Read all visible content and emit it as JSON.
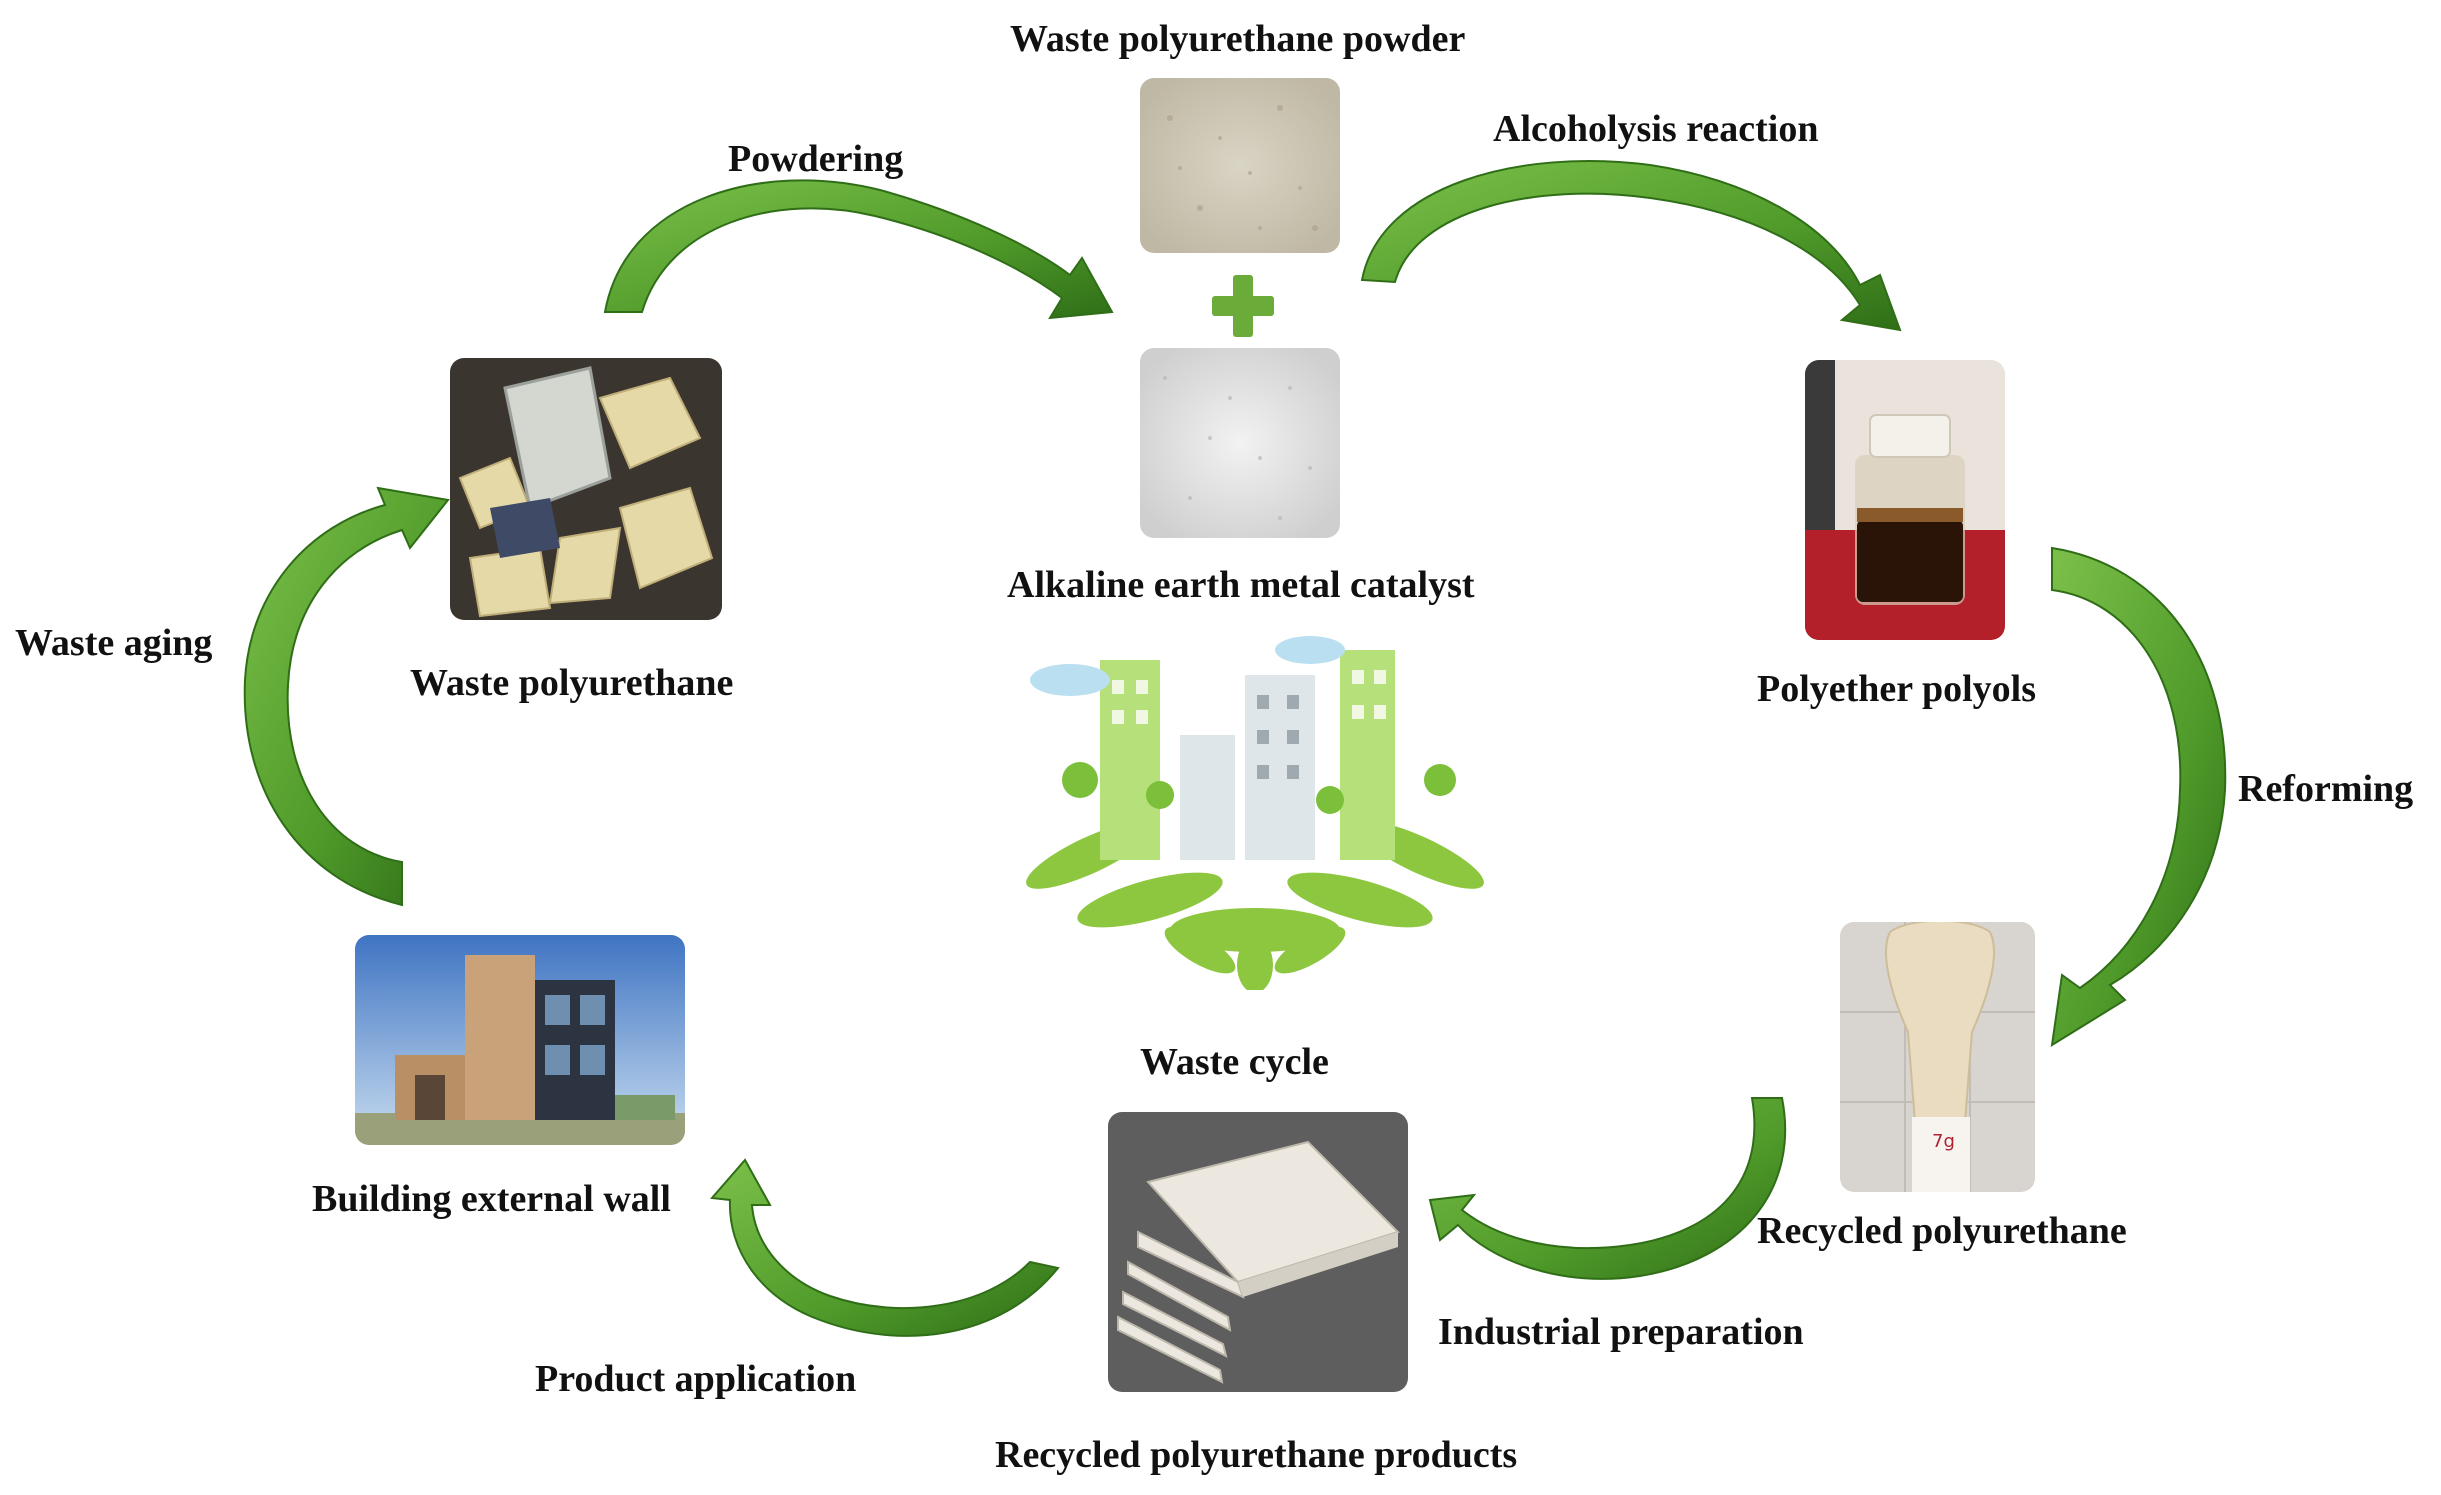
{
  "diagram": {
    "colors": {
      "arrow_fill": "#5fa431",
      "arrow_edge": "#2f6e17",
      "plus": "#6aab3a"
    },
    "nodes": {
      "powder": {
        "label": "Waste polyurethane powder"
      },
      "catalyst": {
        "label": "Alkaline earth metal catalyst"
      },
      "polyols": {
        "label": "Polyether polyols"
      },
      "recycled_pu": {
        "label": "Recycled polyurethane"
      },
      "products": {
        "label": "Recycled polyurethane products"
      },
      "wall": {
        "label": "Building external wall"
      },
      "waste_pu": {
        "label": "Waste polyurethane"
      },
      "center": {
        "label": "Waste cycle"
      }
    },
    "edges": {
      "powdering": {
        "label": "Powdering"
      },
      "alcoholysis": {
        "label": "Alcoholysis reaction"
      },
      "reforming": {
        "label": "Reforming"
      },
      "industrial": {
        "label": "Industrial preparation"
      },
      "application": {
        "label": "Product application"
      },
      "aging": {
        "label": "Waste aging"
      }
    }
  }
}
